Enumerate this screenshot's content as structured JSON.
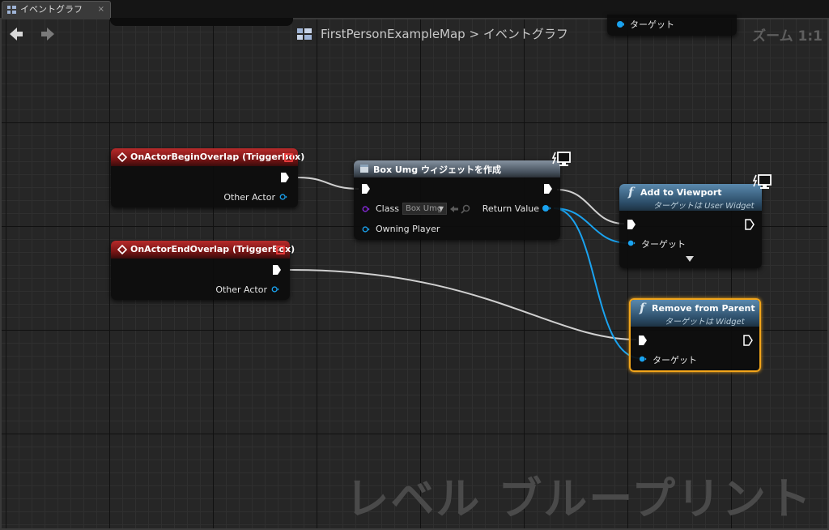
{
  "tab": {
    "label": "イベントグラフ",
    "close": "×"
  },
  "breadcrumb": {
    "map": "FirstPersonExampleMap",
    "separator": ">",
    "graph": "イベントグラフ"
  },
  "zoom": "ズーム 1:1",
  "watermark": "レベル ブループリント",
  "top_node": {
    "pin_label": "ターゲット"
  },
  "nodes": {
    "begin_overlap": {
      "title": "OnActorBeginOverlap (TriggerBox)",
      "pin": "Other Actor"
    },
    "end_overlap": {
      "title": "OnActorEndOverlap (TriggerBox)",
      "pin": "Other Actor"
    },
    "create_widget": {
      "title": "Box Umg ウィジェットを作成",
      "class_label": "Class",
      "class_value": "Box Umg",
      "owning_player": "Owning Player",
      "return_value": "Return Value"
    },
    "add_viewport": {
      "title": "Add to Viewport",
      "subtitle": "ターゲットは User Widget",
      "target": "ターゲット"
    },
    "remove_parent": {
      "title": "Remove from Parent",
      "subtitle": "ターゲットは Widget",
      "target": "ターゲット"
    }
  },
  "colors": {
    "exec": "#ffffff",
    "object_pin": "#1aa3f0",
    "class_pin": "#8a2be2",
    "event_header": "#b72a2a",
    "function_header": "#3a6a90",
    "selection": "#f3a51a",
    "wire_exec": "#d0d0d0",
    "wire_object": "#1aa3f0"
  }
}
